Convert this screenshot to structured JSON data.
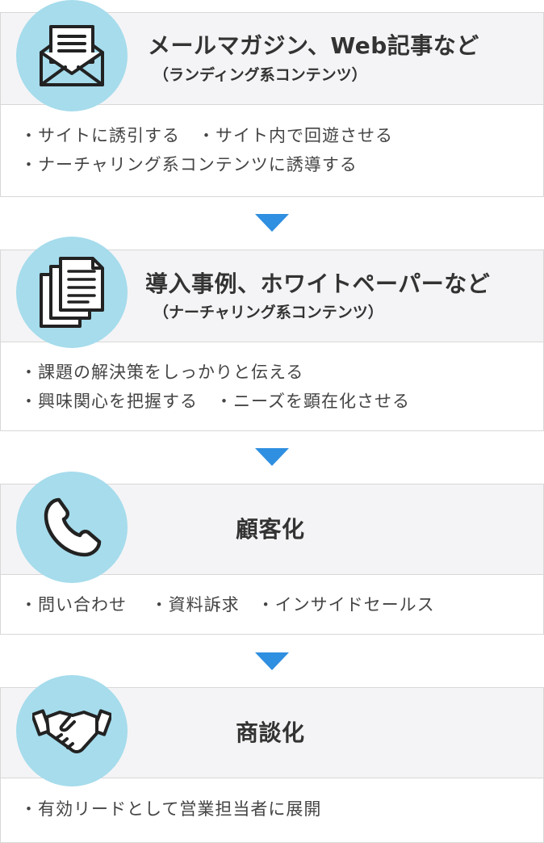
{
  "colors": {
    "circle": "#a6dcec",
    "arrow": "#2f8fe0",
    "header_bg": "#f4f4f6",
    "border": "#d8d8d8"
  },
  "steps": [
    {
      "icon": "envelope-icon",
      "title": "メールマガジン、Web記事など",
      "subtitle": "（ランディング系コンテンツ）",
      "lines": [
        "・サイトに誘引する　・サイト内で回遊させる",
        "・ナーチャリング系コンテンツに誘導する"
      ]
    },
    {
      "icon": "documents-icon",
      "title": "導入事例、ホワイトペーパーなど",
      "subtitle": "（ナーチャリング系コンテンツ）",
      "lines": [
        "・課題の解決策をしっかりと伝える",
        "・興味関心を把握する　・ニーズを顕在化させる"
      ]
    },
    {
      "icon": "phone-icon",
      "title": "顧客化",
      "lines": [
        "・問い合わせ　 ・資料訴求　・インサイドセールス"
      ]
    },
    {
      "icon": "handshake-icon",
      "title": "商談化",
      "lines": [
        "・有効リードとして営業担当者に展開"
      ]
    }
  ]
}
